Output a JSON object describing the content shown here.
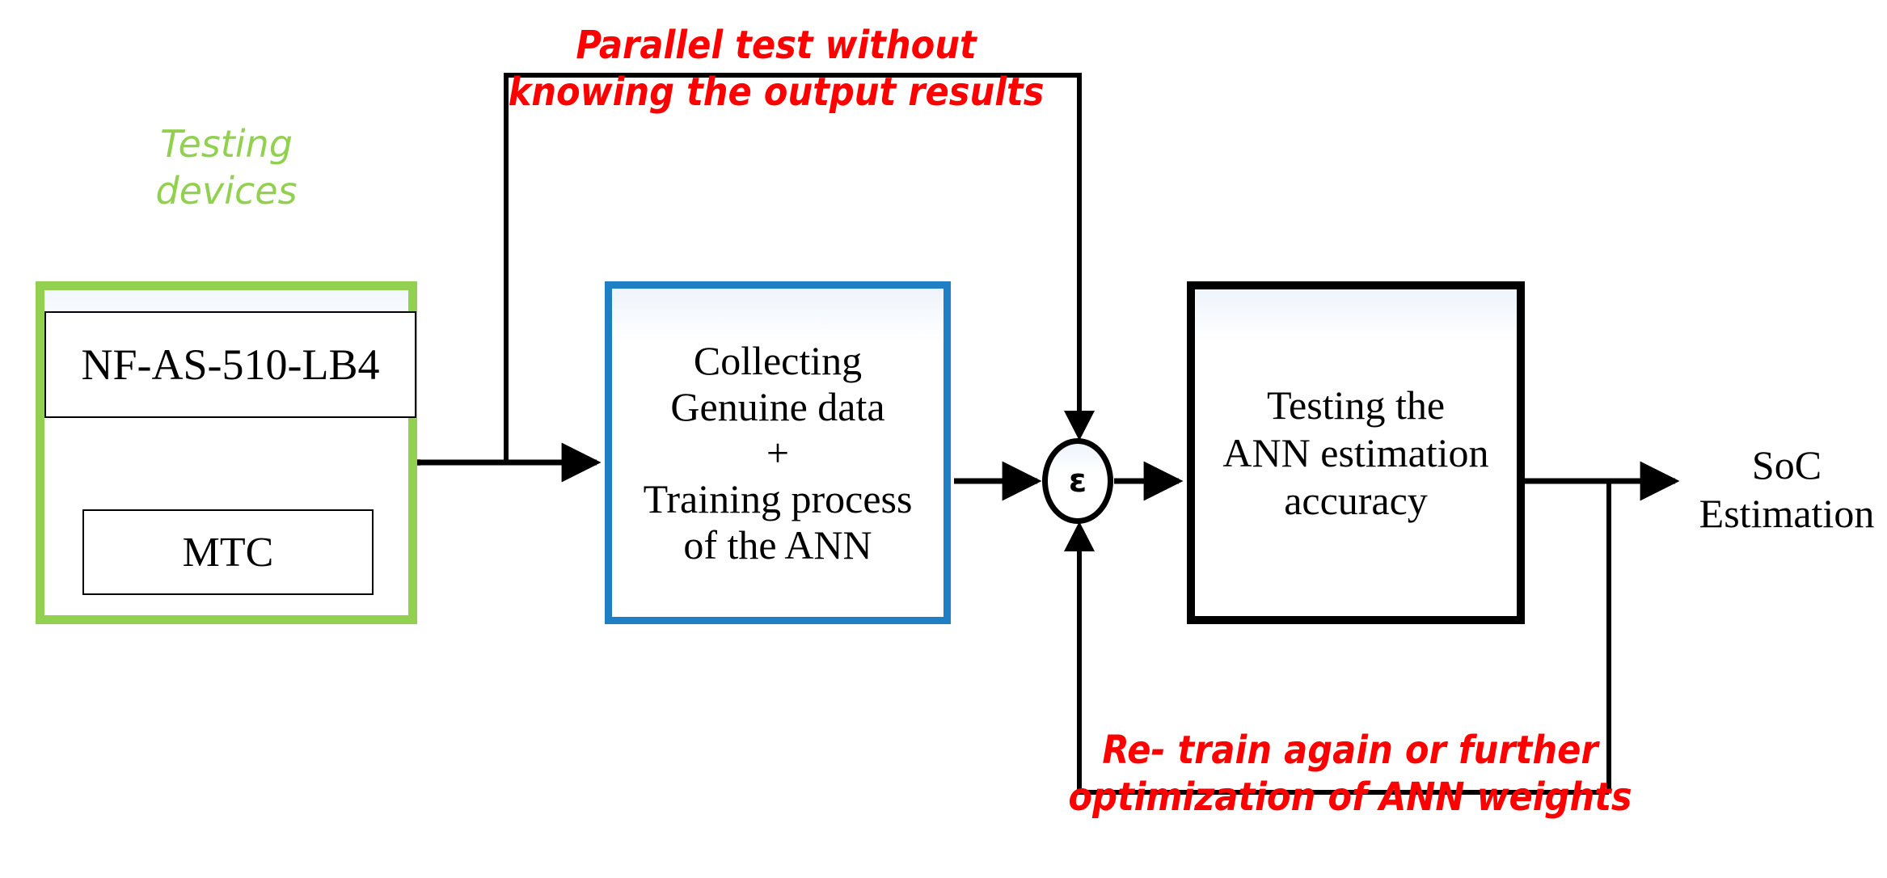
{
  "diagram": {
    "title": "ANN-based SoC estimation testing workflow",
    "colors": {
      "green_container": "#92D050",
      "blue_box": "#1F7FC4",
      "black_box": "#000000",
      "annotation_red": "#FF0000",
      "connector_orange": "#ED7D31"
    }
  },
  "testing_devices": {
    "caption_line1": "Testing",
    "caption_line2": "devices",
    "instrument_label": "NF-AS-510-LB4",
    "controller_label": "MTC"
  },
  "blue_box": {
    "line1": "Collecting",
    "line2": "Genuine data",
    "line3": "+",
    "line4": "Training process",
    "line5": "of the ANN"
  },
  "summing_node": {
    "symbol": "ε"
  },
  "black_box": {
    "line1": "Testing the",
    "line2": "ANN estimation",
    "line3": "accuracy"
  },
  "output": {
    "line1": "SoC",
    "line2": "Estimation"
  },
  "annotations": {
    "top_line1": "Parallel test without",
    "top_line2": "knowing the output results",
    "bottom_line1": "Re- train again or further",
    "bottom_line2": "optimization of ANN weights"
  }
}
